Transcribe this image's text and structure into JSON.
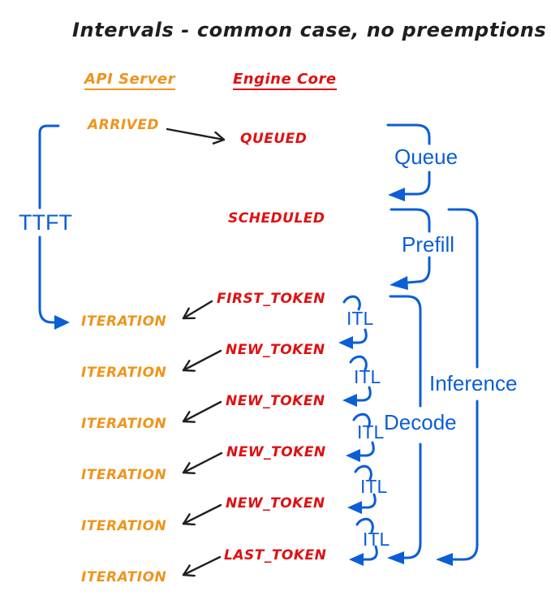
{
  "title": "Intervals - common case, no preemptions",
  "columns": {
    "api_server": "API Server",
    "engine_core": "Engine Core"
  },
  "api_events": {
    "arrived": "ARRIVED"
  },
  "engine_events": {
    "queued": "QUEUED",
    "scheduled": "SCHEDULED"
  },
  "token_rows": [
    {
      "engine": "FIRST_TOKEN",
      "api": "ITERATION"
    },
    {
      "engine": "NEW_TOKEN",
      "api": "ITERATION"
    },
    {
      "engine": "NEW_TOKEN",
      "api": "ITERATION"
    },
    {
      "engine": "NEW_TOKEN",
      "api": "ITERATION"
    },
    {
      "engine": "NEW_TOKEN",
      "api": "ITERATION"
    },
    {
      "engine": "LAST_TOKEN",
      "api": "ITERATION"
    }
  ],
  "intervals": {
    "ttft": "TTFT",
    "queue": "Queue",
    "prefill": "Prefill",
    "inference": "Inference",
    "decode": "Decode",
    "itl_labels": [
      "ITL",
      "ITL",
      "ITL",
      "ITL",
      "ITL"
    ]
  },
  "colors": {
    "api_orange": "#EF941D",
    "engine_red": "#DE1112",
    "interval_blue": "#0B5ED6",
    "ink_black": "#1F1F1F",
    "background": "#FFFFFF"
  }
}
